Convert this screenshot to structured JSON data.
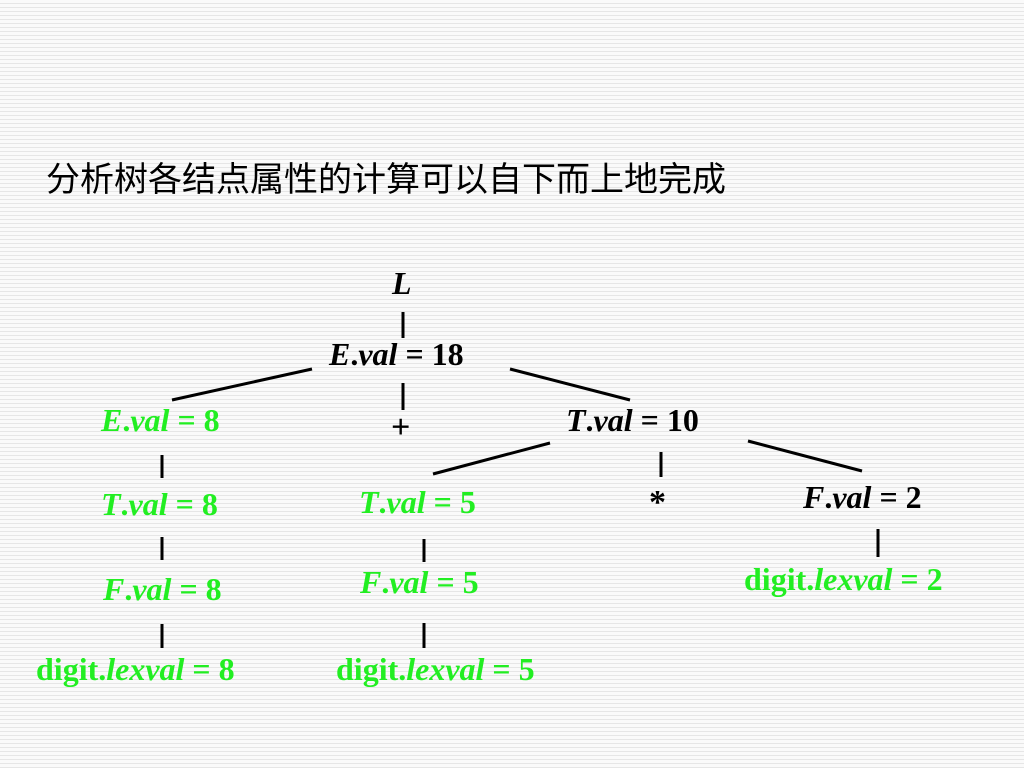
{
  "title": "分析树各结点属性的计算可以自下而上地完成",
  "colors": {
    "computed": "#22ee22",
    "default": "#000000"
  },
  "tree": {
    "root": {
      "sym": "L"
    },
    "e_root": {
      "sym": "E",
      "attr": "val",
      "eq": " = 18"
    },
    "e_left": {
      "sym": "E",
      "attr": "val",
      "eq": " = 8"
    },
    "plus": {
      "text": "+"
    },
    "t_right": {
      "sym": "T",
      "attr": "val",
      "eq": " = 10"
    },
    "t_left": {
      "sym": "T",
      "attr": "val",
      "eq": " = 8"
    },
    "f_left": {
      "sym": "F",
      "attr": "val",
      "eq": " = 8"
    },
    "digit_left": {
      "term": "digit.",
      "attr": "lexval",
      "eq": " = 8"
    },
    "t_mid": {
      "sym": "T",
      "attr": "val",
      "eq": " = 5"
    },
    "f_mid": {
      "sym": "F",
      "attr": "val",
      "eq": " = 5"
    },
    "digit_mid": {
      "term": "digit.",
      "attr": "lexval",
      "eq": " = 5"
    },
    "star": {
      "text": "*"
    },
    "f_right": {
      "sym": "F",
      "attr": "val",
      "eq": " = 2"
    },
    "digit_right": {
      "term": "digit.",
      "attr": "lexval",
      "eq": " = 2"
    }
  }
}
